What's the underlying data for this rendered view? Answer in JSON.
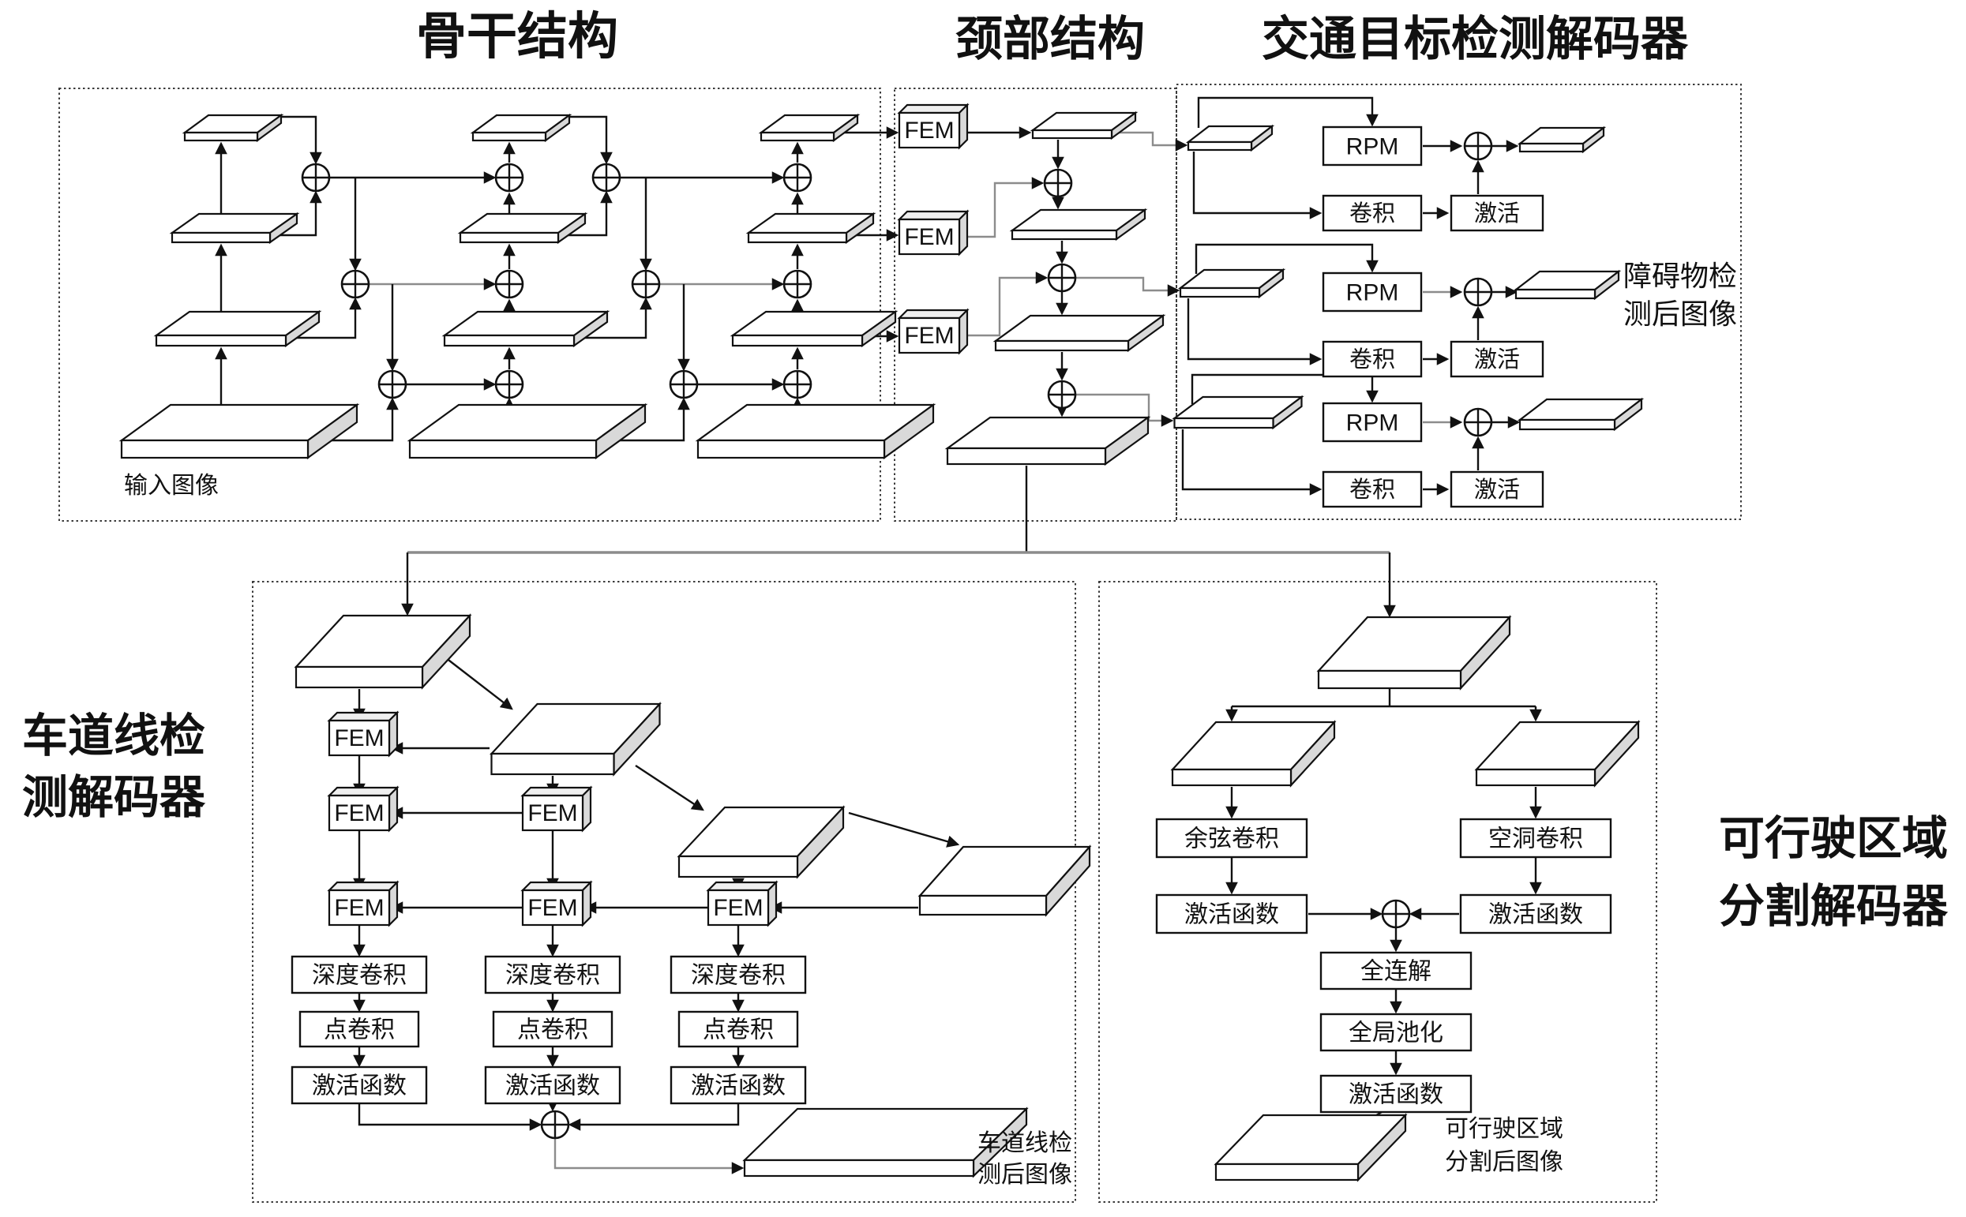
{
  "titles": {
    "backbone": "骨干结构",
    "neck": "颈部结构",
    "traffic": "交通目标检测解码器",
    "lane1": "车道线检",
    "lane2": "测解码器",
    "drivable1": "可行驶区域",
    "drivable2": "分割解码器"
  },
  "labels": {
    "fem": "FEM",
    "rpm": "RPM",
    "conv": "卷积",
    "act": "激活",
    "depth_conv": "深度卷积",
    "point_conv": "点卷积",
    "act_fn": "激活函数",
    "cos_conv": "余弦卷积",
    "dilated_conv": "空洞卷积",
    "fc": "全连解",
    "global_pool": "全局池化",
    "input_image": "输入图像",
    "obstacle_out1": "障碍物检",
    "obstacle_out2": "测后图像",
    "lane_out1": "车道线检",
    "lane_out2": "测后图像",
    "drivable_out1": "可行驶区域",
    "drivable_out2": "分割后图像"
  }
}
